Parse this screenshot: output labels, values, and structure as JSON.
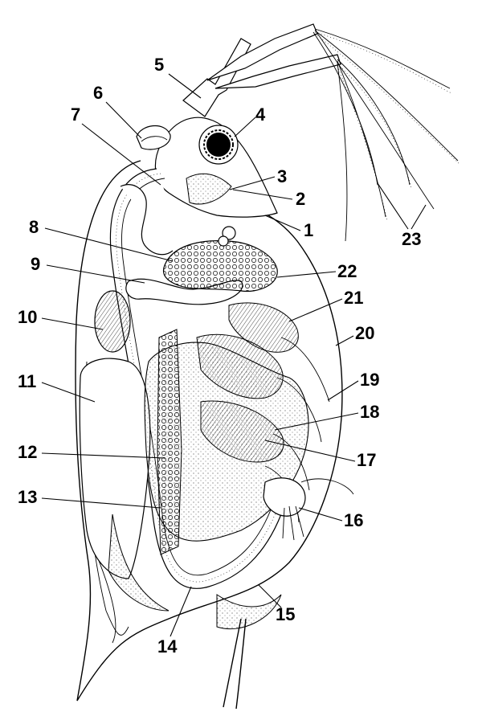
{
  "labels": {
    "l1": "1",
    "l2": "2",
    "l3": "3",
    "l4": "4",
    "l5": "5",
    "l6": "6",
    "l7": "7",
    "l8": "8",
    "l9": "9",
    "l10": "10",
    "l11": "11",
    "l12": "12",
    "l13": "13",
    "l14": "14",
    "l15": "15",
    "l16": "16",
    "l17": "17",
    "l18": "18",
    "l19": "19",
    "l20": "20",
    "l21": "21",
    "l22": "22",
    "l23": "23"
  },
  "colors": {
    "ink": "#000000",
    "paper": "#ffffff",
    "stipple": "#555555"
  }
}
